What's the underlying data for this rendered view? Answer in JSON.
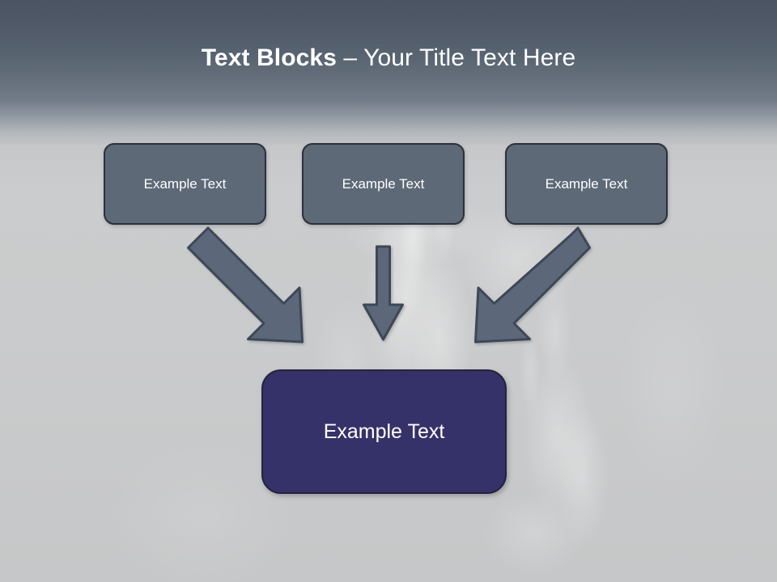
{
  "slide": {
    "title": {
      "bold_part": "Text Blocks",
      "separator": " – ",
      "light_part": "Your Title Text Here",
      "full": "Text Blocks – Your Title Text Here"
    },
    "top_boxes": [
      {
        "label": "Example Text"
      },
      {
        "label": "Example Text"
      },
      {
        "label": "Example Text"
      }
    ],
    "bottom_box": {
      "label": "Example Text"
    },
    "arrows": [
      {
        "name": "arrow-left-diagonal",
        "direction": "down-right"
      },
      {
        "name": "arrow-center-vertical",
        "direction": "down"
      },
      {
        "name": "arrow-right-diagonal",
        "direction": "down-left"
      }
    ],
    "colors": {
      "header_gradient_top": "#4b5564",
      "header_gradient_bottom": "#737d8a",
      "background_light": "#c9cacb",
      "top_box_fill": "#5d6977",
      "top_box_border": "#2b313c",
      "bottom_box_fill": "#343268",
      "bottom_box_border": "#24233f",
      "arrow_fill": "#5b687a",
      "arrow_border": "#3e4756",
      "text": "#ffffff"
    }
  }
}
